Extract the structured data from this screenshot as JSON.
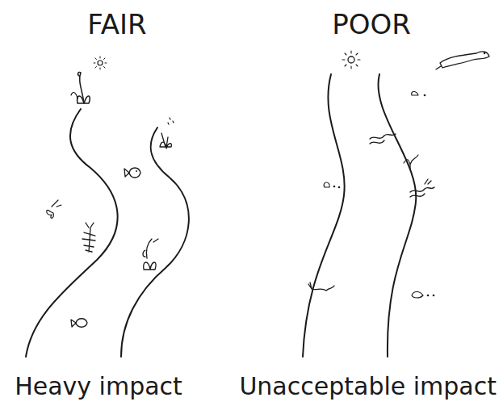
{
  "diagram": {
    "labels": [
      "FAIR",
      "POOR",
      "Heavy impact",
      "Unacceptable impact"
    ]
  }
}
